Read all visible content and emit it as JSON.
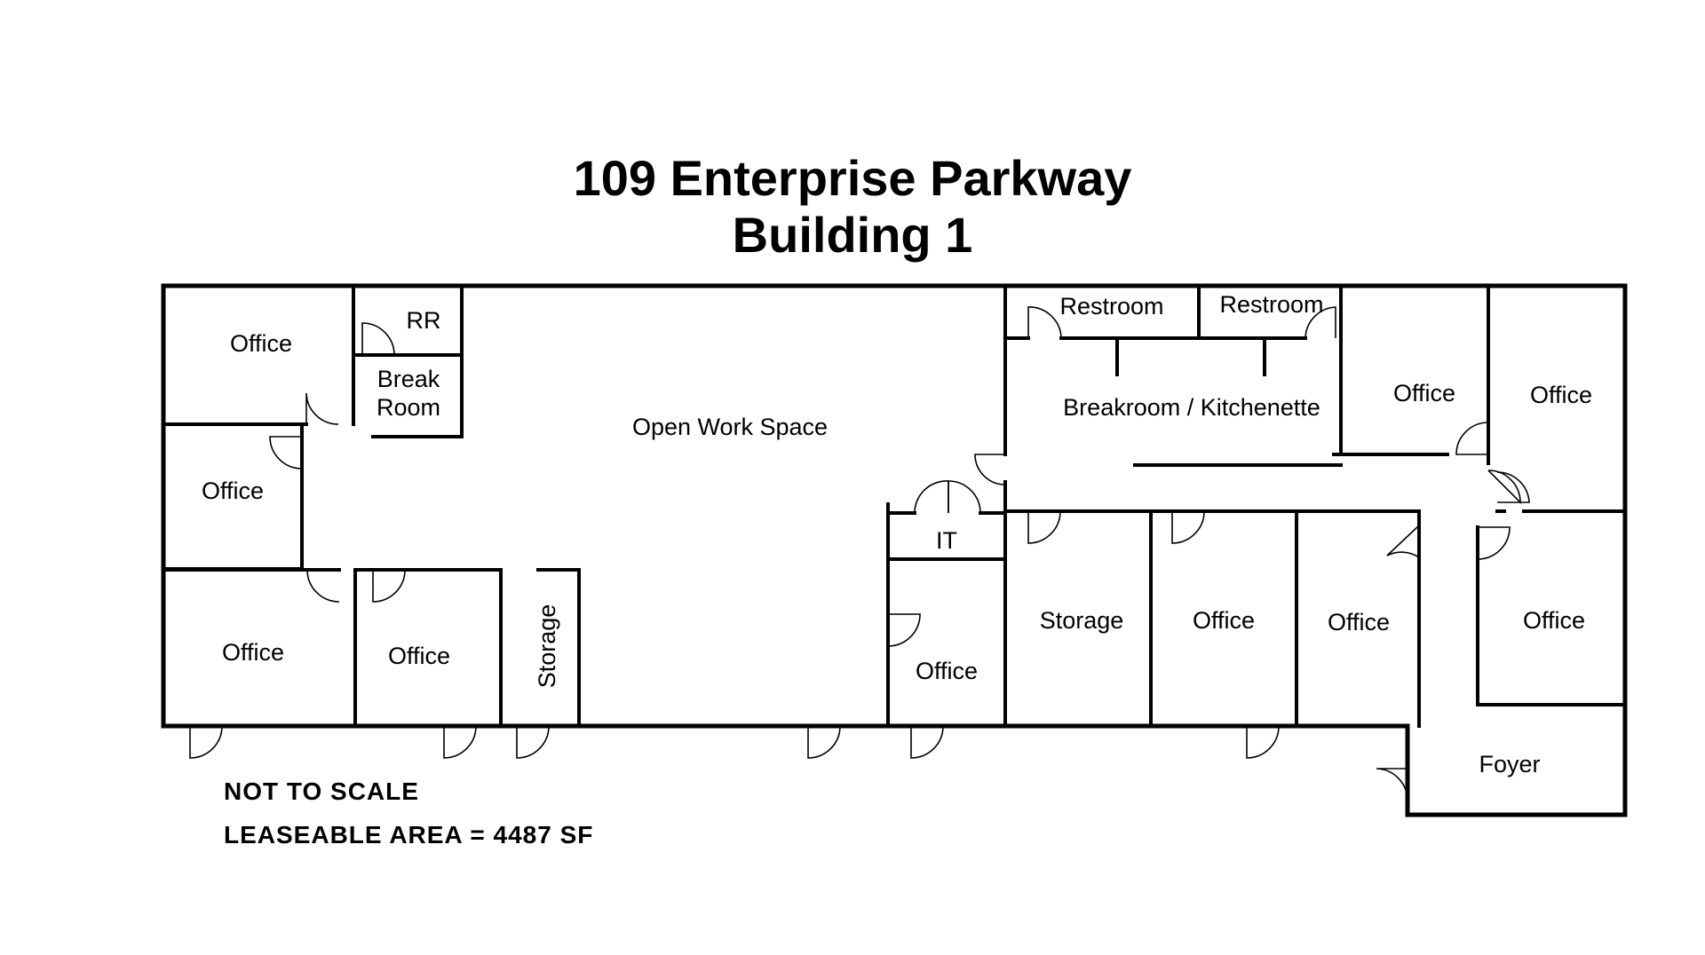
{
  "title": {
    "line1": "109 Enterprise Parkway",
    "line2": "Building 1"
  },
  "notes": {
    "scale": "NOT TO SCALE",
    "area": "LEASEABLE AREA = 4487 SF"
  },
  "rooms": {
    "office_top_left": "Office",
    "rr": "RR",
    "break_room_1": "Break",
    "break_room_2": "Room",
    "open_work_space": "Open Work Space",
    "office_mid_left": "Office",
    "office_bottom_left": "Office",
    "office_bottom_second": "Office",
    "storage_vertical": "Storage",
    "it": "IT",
    "office_center": "Office",
    "restroom_1": "Restroom",
    "restroom_2": "Restroom",
    "breakroom_kitchenette": "Breakroom / Kitchenette",
    "office_top_right_1": "Office",
    "office_top_right_2": "Office",
    "storage_right": "Storage",
    "office_right_1": "Office",
    "office_right_2": "Office",
    "office_right_3": "Office",
    "foyer": "Foyer"
  }
}
